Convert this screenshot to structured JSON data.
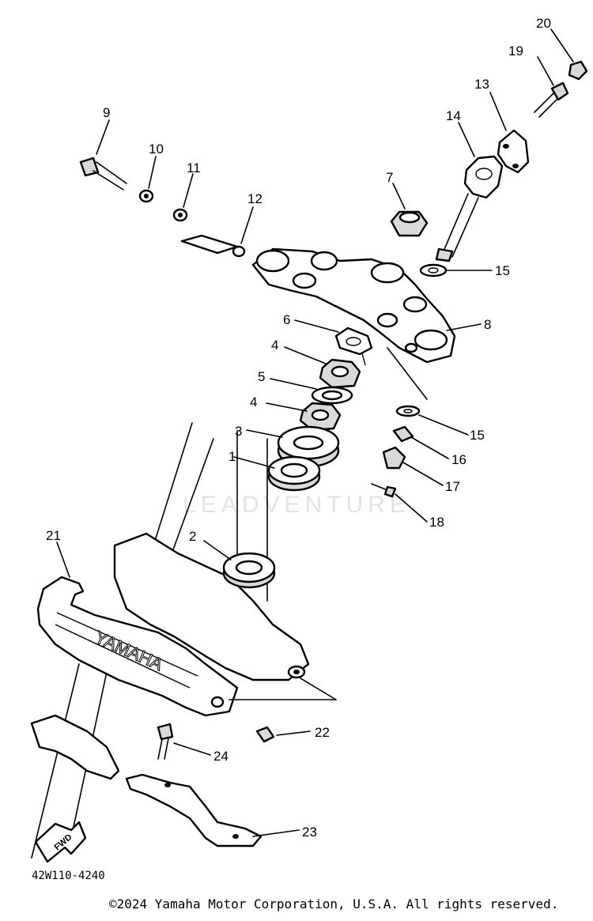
{
  "diagram": {
    "code": "42W110-4240",
    "copyright": "©2024 Yamaha Motor Corporation, U.S.A. All rights reserved.",
    "watermark": "LEADVENTURE",
    "brand_plate_text": "YAMAHA",
    "fwd_arrow_text": "FWD",
    "callouts": [
      "1",
      "2",
      "3",
      "4",
      "4",
      "5",
      "6",
      "7",
      "8",
      "9",
      "10",
      "11",
      "12",
      "13",
      "14",
      "15",
      "15",
      "16",
      "17",
      "18",
      "19",
      "20",
      "21",
      "22",
      "23",
      "24"
    ]
  }
}
